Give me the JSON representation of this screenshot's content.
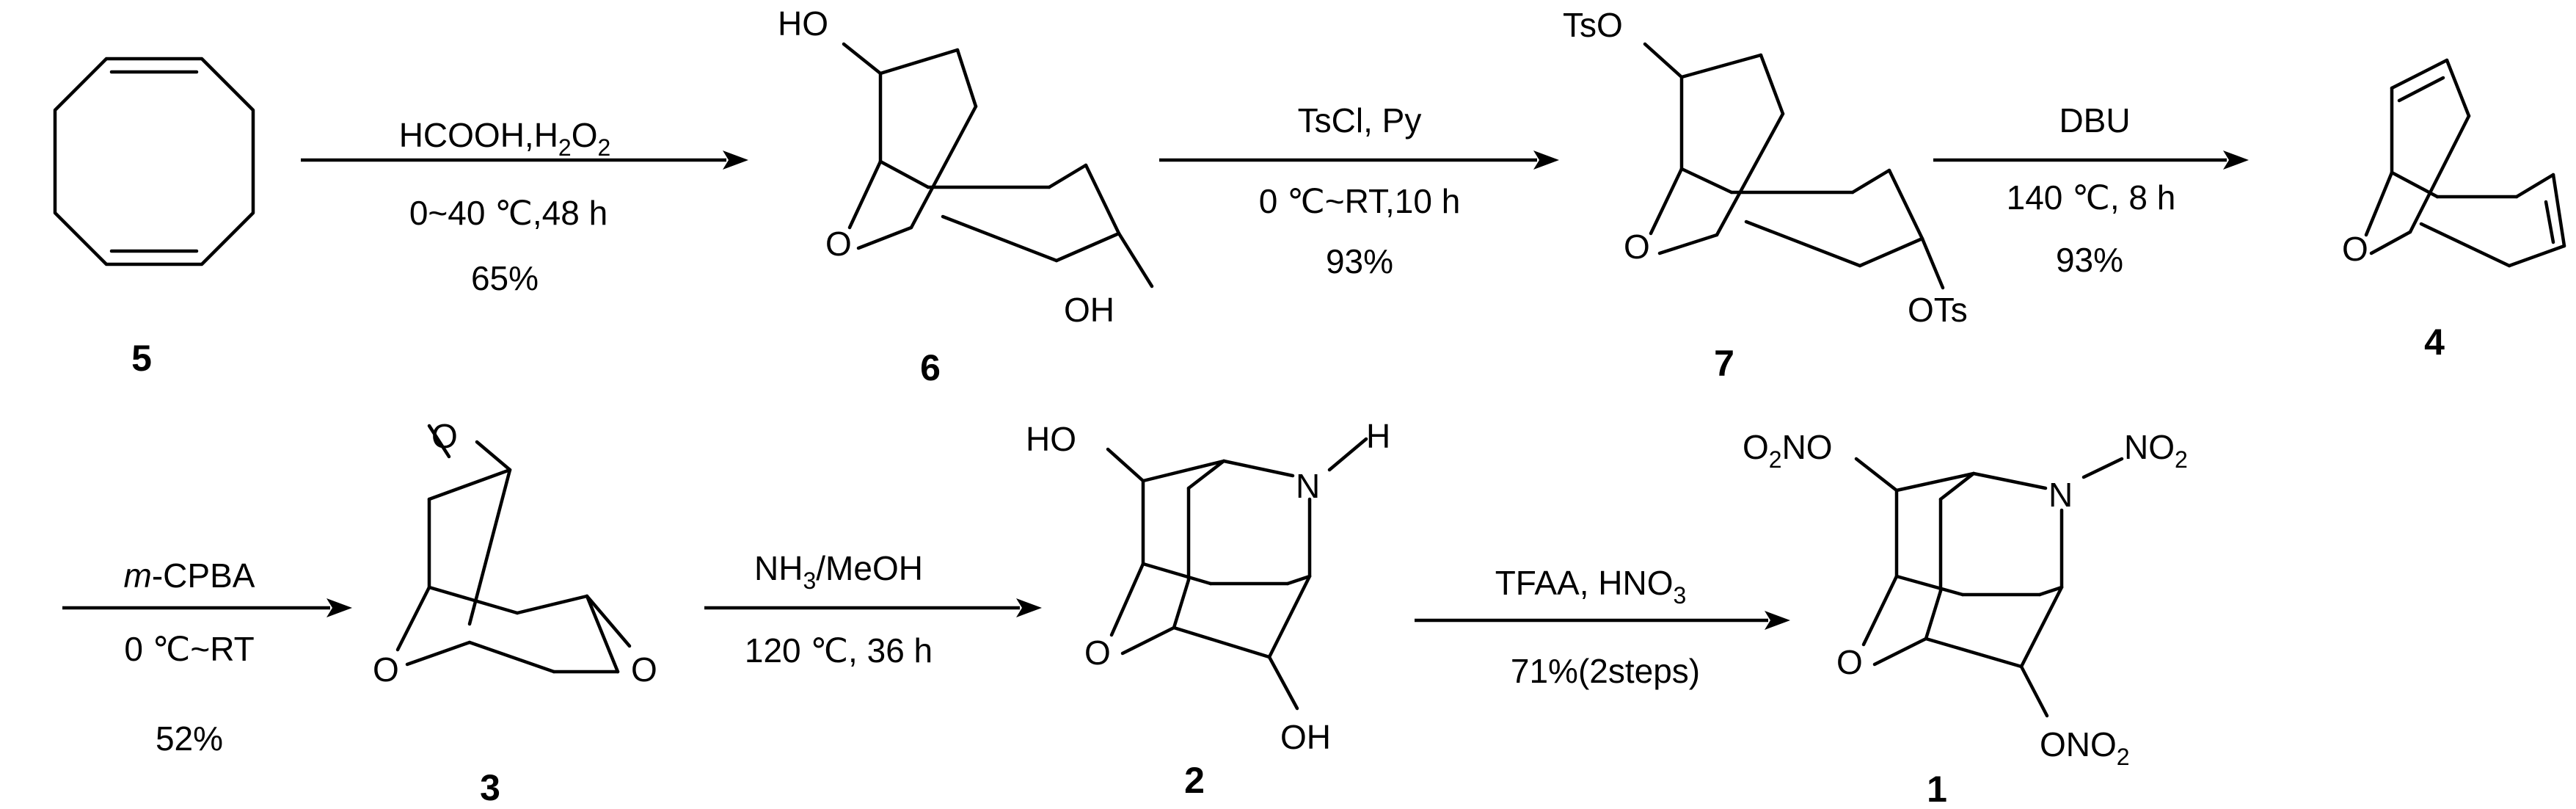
{
  "reactions": [
    {
      "label": "step-1",
      "cond_top": "HCOOH,H",
      "cond_top_sub": "2",
      "cond_top_after": "O",
      "cond_top_sub2": "2",
      "cond_mid": "0~40 ℃,48 h",
      "yield": "65%"
    },
    {
      "label": "step-2",
      "cond_top": "TsCl, Py",
      "cond_mid": "0  ℃~RT,10 h",
      "yield": "93%"
    },
    {
      "label": "step-3",
      "cond_top": "DBU",
      "cond_mid": "140 ℃, 8 h",
      "yield": "93%"
    },
    {
      "label": "step-4",
      "cond_top_italic": "m",
      "cond_top": "-CPBA",
      "cond_mid": "0 ℃~RT",
      "yield": "52%"
    },
    {
      "label": "step-5",
      "cond_top": "NH",
      "cond_top_sub": "3",
      "cond_top_after": "/MeOH",
      "cond_mid": "120 ℃, 36 h"
    },
    {
      "label": "step-6",
      "cond_top": "TFAA, HNO",
      "cond_top_sub": "3",
      "cond_mid": "71%(2steps)"
    }
  ],
  "compounds": {
    "c5": "5",
    "c6": "6",
    "c7": "7",
    "c4": "4",
    "c3": "3",
    "c2": "2",
    "c1": "1"
  },
  "atoms": {
    "ho": "HO",
    "oh": "OH",
    "o": "O",
    "tso": "TsO",
    "ots": "OTs",
    "n": "N",
    "h": "H",
    "o2no": "O",
    "o2no_sub": "2",
    "o2no_after": "NO",
    "no2": "NO",
    "no2_sub": "2",
    "ono2": "ONO",
    "ono2_sub": "2"
  }
}
